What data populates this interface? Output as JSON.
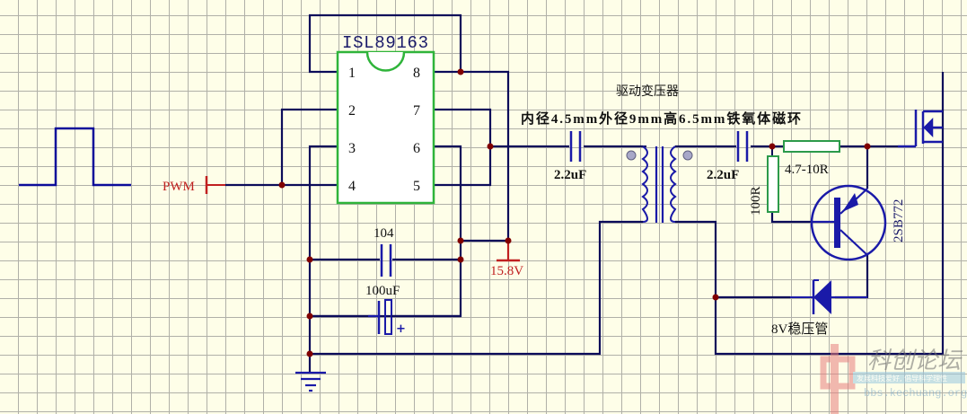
{
  "schematic": {
    "ic": {
      "name": "ISL89163",
      "pins_left": [
        "1",
        "2",
        "3",
        "4"
      ],
      "pins_right": [
        "8",
        "7",
        "6",
        "5"
      ]
    },
    "input": {
      "label": "PWM"
    },
    "supply": {
      "label": "15.8V"
    },
    "caps": {
      "bypass": "104",
      "bulk": "100uF",
      "bulk_polarity": "+",
      "coupling_primary": "2.2uF",
      "coupling_secondary": "2.2uF"
    },
    "transformer": {
      "title": "驱动变压器",
      "spec": "内径4.5mm外径9mm高6.5mm铁氧体磁环"
    },
    "resistors": {
      "series": "4.7-10R",
      "shunt": "100R"
    },
    "transistor": {
      "part": "2SB772"
    },
    "zener": {
      "label": "8V稳压管"
    },
    "colors": {
      "wire": "#0c0c5a",
      "component": "#1a1aa8",
      "ic_outline": "#2fb43a",
      "resistor_outline": "#2c9a4a",
      "power_label": "#c02020",
      "junction": "#800000"
    }
  },
  "watermark": {
    "brand": "科创论坛",
    "tagline": "发展科技爱好, 倡导科学理性",
    "url": "bbs.kechuang.org"
  }
}
